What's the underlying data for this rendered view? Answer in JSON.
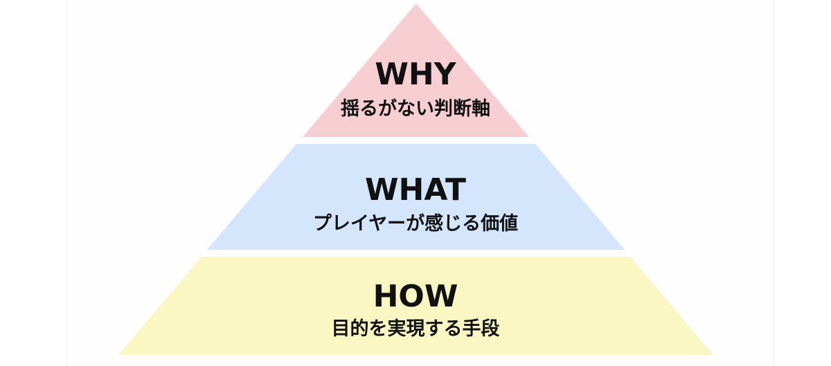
{
  "tiers": [
    {
      "title": "WHY",
      "subtitle": "揺るがない判断軸",
      "color": "#f7cfd2"
    },
    {
      "title": "WHAT",
      "subtitle": "プレイヤーが感じる価値",
      "color": "#d3e6fb"
    },
    {
      "title": "HOW",
      "subtitle": "目的を実現する手段",
      "color": "#fbf7c3"
    }
  ]
}
